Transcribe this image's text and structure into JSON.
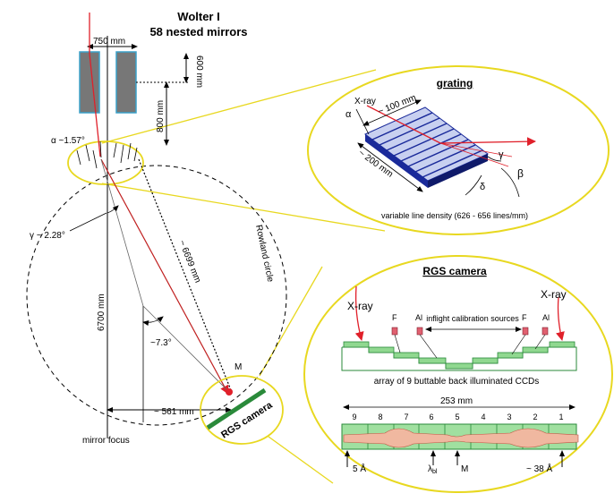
{
  "title": {
    "line1": "Wolter I",
    "line2": "58 nested mirrors"
  },
  "dims": {
    "mirror_width": "750 mm",
    "mirror_length": "600 mm",
    "mirror_gap": "800 mm",
    "focal_length": "6700 mm",
    "grating_to_camera": "~ 6699 mm",
    "camera_offset": "~ 561 mm",
    "alpha_angle": "α ~1.57°",
    "gamma_angle": "γ ~ 2.28°",
    "dispersion_angle": "~7.3°"
  },
  "labels": {
    "rowland": "Rowland circle",
    "rgs_camera": "RGS camera",
    "mirror_focus": "mirror focus",
    "m_point": "M"
  },
  "grating": {
    "title": "grating",
    "xray": "X-ray",
    "alpha": "α",
    "gamma": "γ",
    "beta": "β",
    "delta": "δ",
    "len100": "~ 100 mm",
    "len200": "~ 200 mm",
    "density": "variable line density (626 - 656 lines/mm)"
  },
  "camera": {
    "title": "RGS camera",
    "xray_left": "X-ray",
    "xray_right": "X-ray",
    "f_left": "F",
    "al_left": "Al",
    "f_right": "F",
    "al_right": "Al",
    "calibration": "inflight calibration sources",
    "ccd_array": "array of 9 buttable back illuminated CCDs",
    "width": "253 mm",
    "ccd_numbers": [
      "9",
      "8",
      "7",
      "6",
      "5",
      "4",
      "3",
      "2",
      "1"
    ],
    "wl_left": "5 Å",
    "wl_blaze": "λ",
    "wl_blaze_sub": "bl",
    "wl_m": "M",
    "wl_right": "~ 38 Å"
  },
  "colors": {
    "ray": "#e0202a",
    "ellipse": "#f0e020",
    "grating": "#1a2a9a",
    "ccd": "#2a8a3a",
    "ccd_fill": "#90d890",
    "source": "#e06070"
  }
}
